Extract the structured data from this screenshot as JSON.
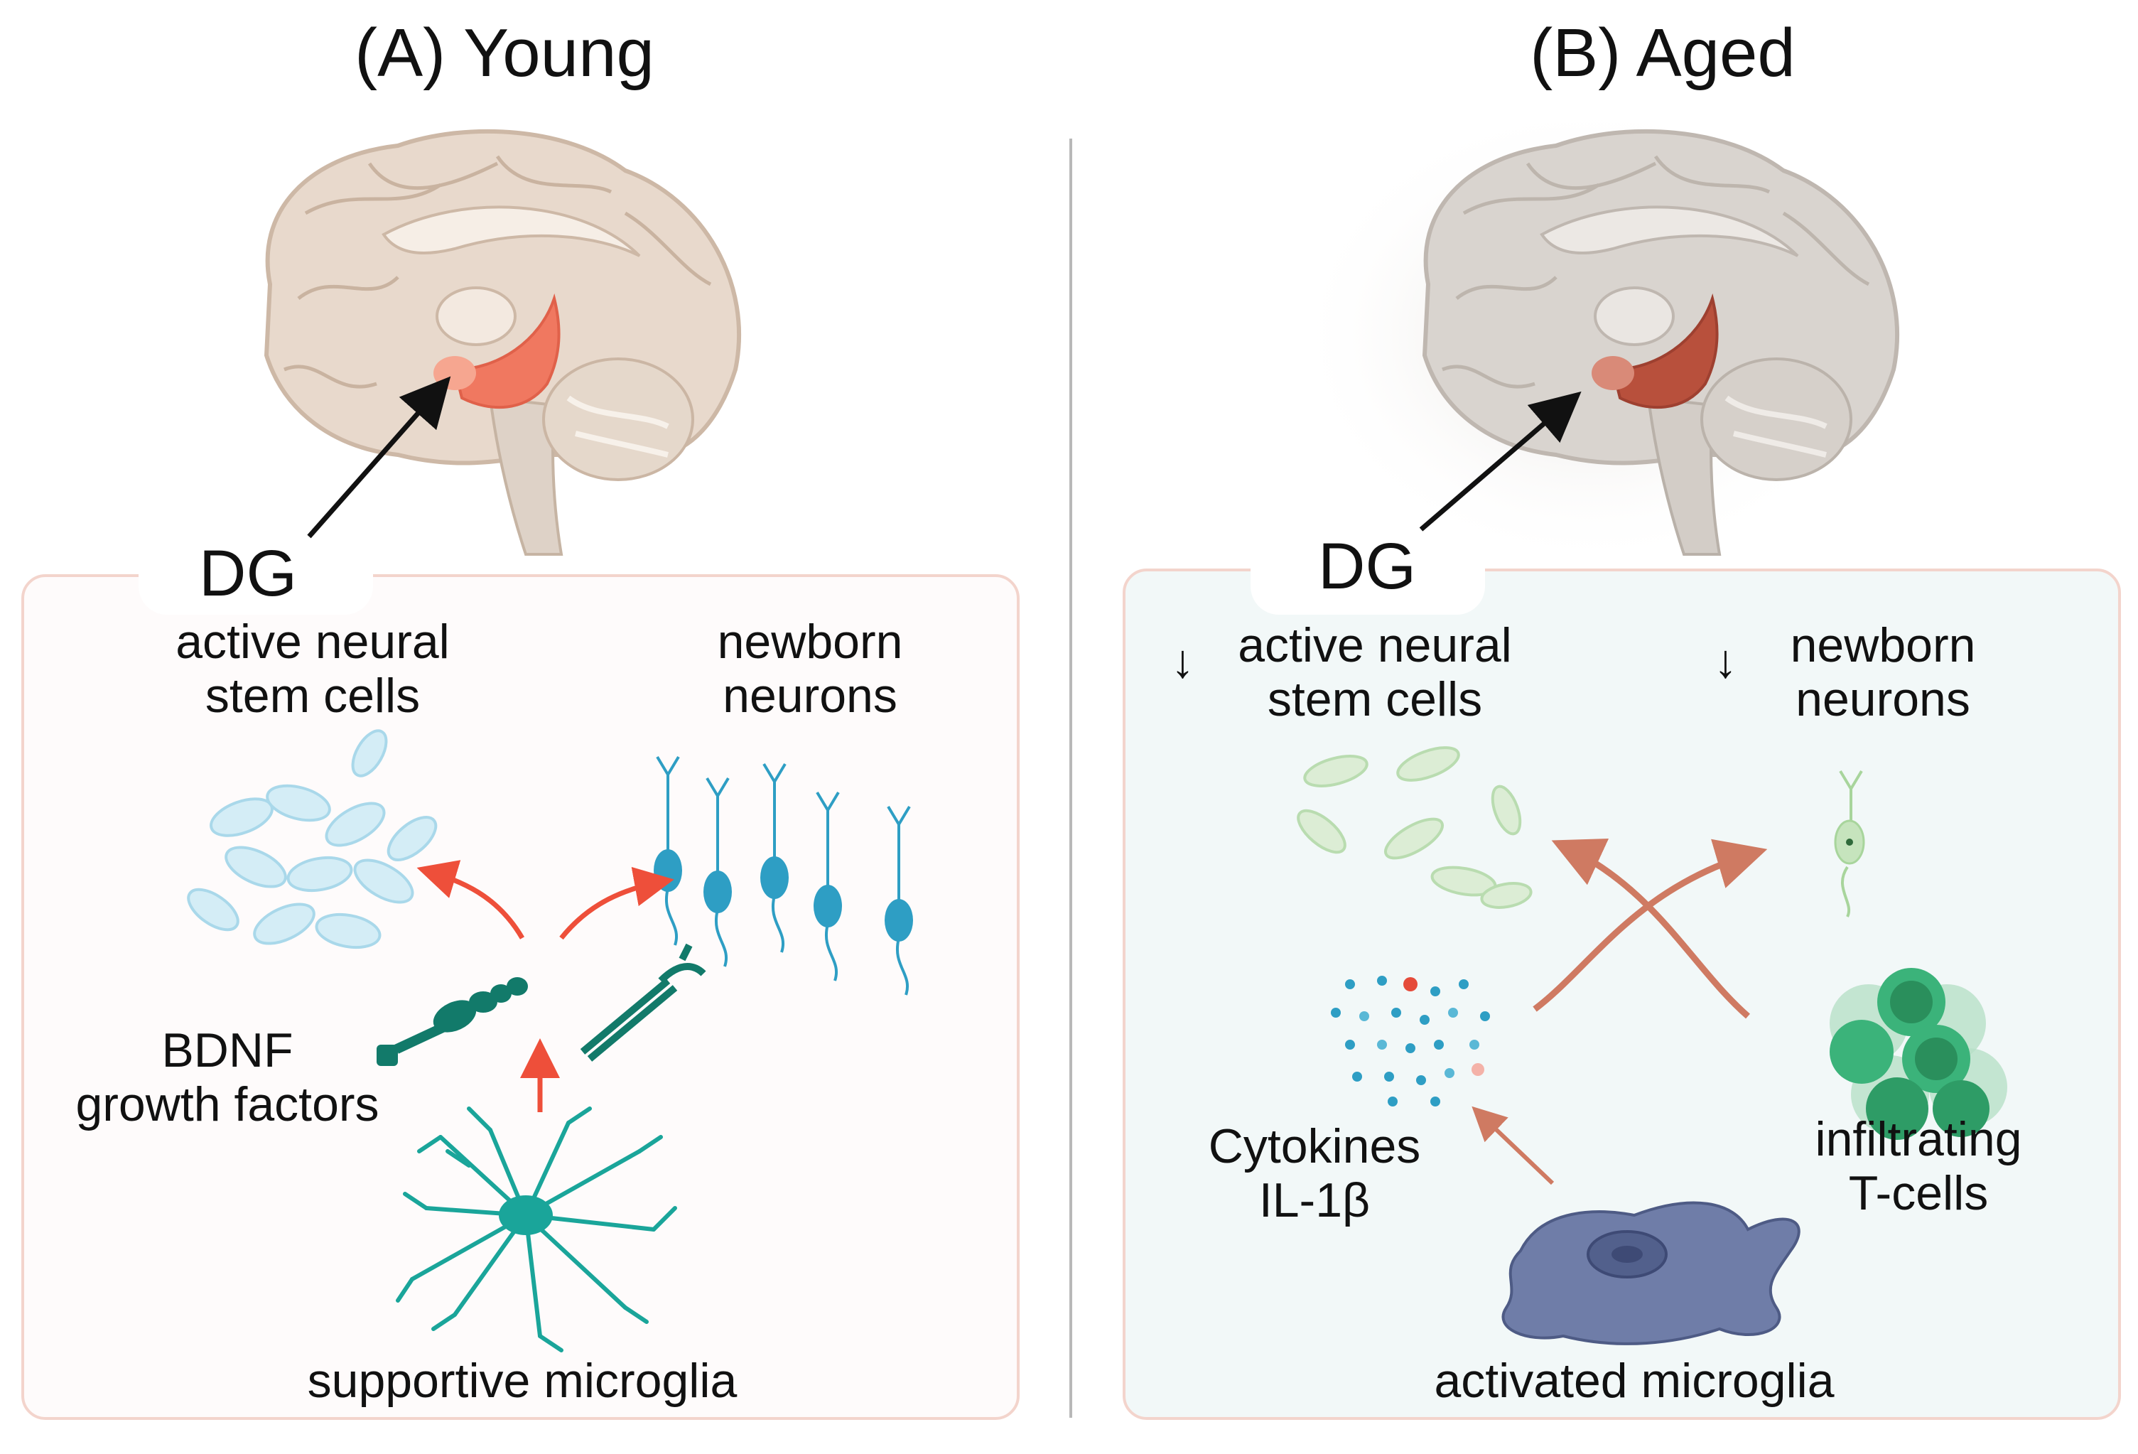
{
  "panel_a": {
    "title": "(A) Young",
    "dg": "DG",
    "stem_cells": [
      "active neural",
      "stem cells"
    ],
    "newborn": [
      "newborn",
      "neurons"
    ],
    "bdnf": [
      "BDNF",
      "growth factors"
    ],
    "microglia": "supportive microglia"
  },
  "panel_b": {
    "title": "(B) Aged",
    "dg": "DG",
    "stem_cells": [
      "active neural",
      "stem cells"
    ],
    "newborn": [
      "newborn",
      "neurons"
    ],
    "cytokines": [
      "Cytokines",
      "IL-1β"
    ],
    "tcells": [
      "infiltrating",
      "T-cells"
    ],
    "microglia": "activated microglia",
    "down_arrow": "↓"
  },
  "colors": {
    "young_brain": "#e8d9cc",
    "aged_brain": "#d9d4cf",
    "young_dg": "#f07860",
    "aged_dg": "#b8503c",
    "stem_young": "#a9d8ea",
    "neuron_young": "#2e9ec4",
    "microglia_young": "#1aa59a",
    "bdnf": "#127a6a",
    "stem_aged": "#b9dcb0",
    "tcell": "#3bb37a",
    "microglia_aged": "#6f7da8",
    "arrow_red": "#ee4f3a",
    "arrow_aged": "#cf7a62"
  }
}
